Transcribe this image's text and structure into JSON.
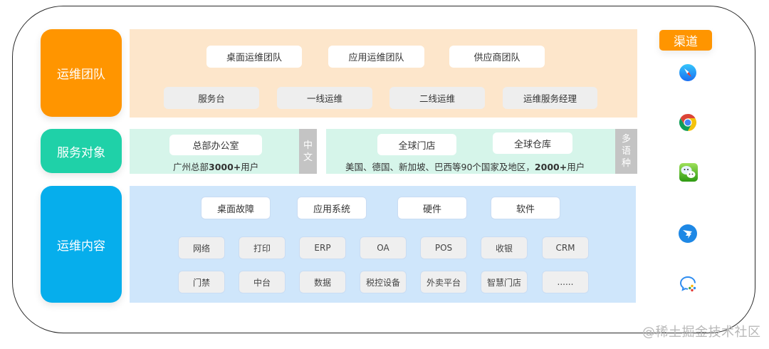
{
  "layers": {
    "team": {
      "label": "运维团队",
      "color": "#ff9500",
      "top_row": [
        "桌面运维团队",
        "应用运维团队",
        "供应商团队"
      ],
      "bottom_row": [
        "服务台",
        "一线运维",
        "二线运维",
        "运维服务经理"
      ]
    },
    "target": {
      "label": "服务对象",
      "color": "#1fd1a8",
      "hq": {
        "box": "总部办公室",
        "desc_prefix": "广州总部",
        "desc_bold": "3000+",
        "desc_suffix": "用户",
        "lang_tag": [
          "中",
          "文"
        ]
      },
      "global": {
        "boxes": [
          "全球门店",
          "全球仓库"
        ],
        "desc_prefix": "美国、德国、新加坡、巴西等90个国家及地区，",
        "desc_bold": "2000+",
        "desc_suffix": "用户",
        "lang_tag": [
          "多",
          "语",
          "种"
        ]
      }
    },
    "content": {
      "label": "运维内容",
      "color": "#06aeec",
      "top_row": [
        "桌面故障",
        "应用系统",
        "硬件",
        "软件"
      ],
      "row2": [
        "网络",
        "打印",
        "ERP",
        "OA",
        "POS",
        "收银",
        "CRM"
      ],
      "row3": [
        "门禁",
        "中台",
        "数据",
        "税控设备",
        "外卖平台",
        "智慧门店",
        "......"
      ]
    }
  },
  "channels": {
    "label": "渠道",
    "icons": [
      "safari-browser-icon",
      "chrome-browser-icon",
      "wechat-icon",
      "dingtalk-icon",
      "wecom-icon"
    ]
  },
  "watermark": "@稀土掘金技术社区"
}
